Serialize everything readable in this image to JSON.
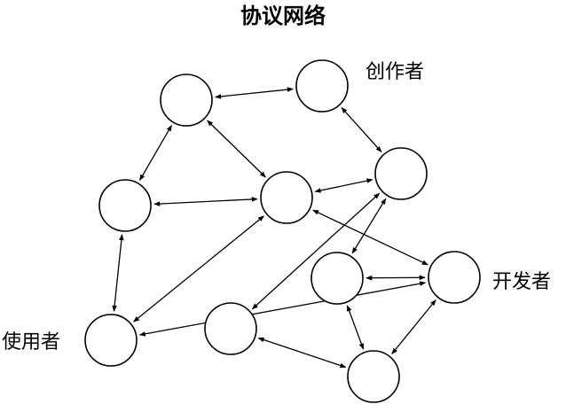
{
  "title": "协议网络",
  "labels": {
    "creator": "创作者",
    "developer": "开发者",
    "user": "使用者"
  },
  "colors": {
    "stroke": "#000000",
    "fill": "#ffffff"
  },
  "nodes": [
    "n1",
    "n2",
    "n3",
    "n4",
    "n5",
    "n6",
    "n7",
    "n8",
    "n9",
    "n10",
    "n11"
  ],
  "edges": [
    [
      "n1",
      "n2"
    ],
    [
      "n1",
      "n3"
    ],
    [
      "n1",
      "n4"
    ],
    [
      "n3",
      "n4"
    ],
    [
      "n3",
      "n9"
    ],
    [
      "n4",
      "n9"
    ],
    [
      "n4",
      "n10"
    ],
    [
      "n4",
      "n5"
    ],
    [
      "n2",
      "n5"
    ],
    [
      "n5",
      "n6"
    ],
    [
      "n5",
      "n7"
    ],
    [
      "n6",
      "n10"
    ],
    [
      "n6",
      "n8"
    ],
    [
      "n7",
      "n8"
    ],
    [
      "n9",
      "n10"
    ],
    [
      "n10",
      "n8"
    ]
  ]
}
